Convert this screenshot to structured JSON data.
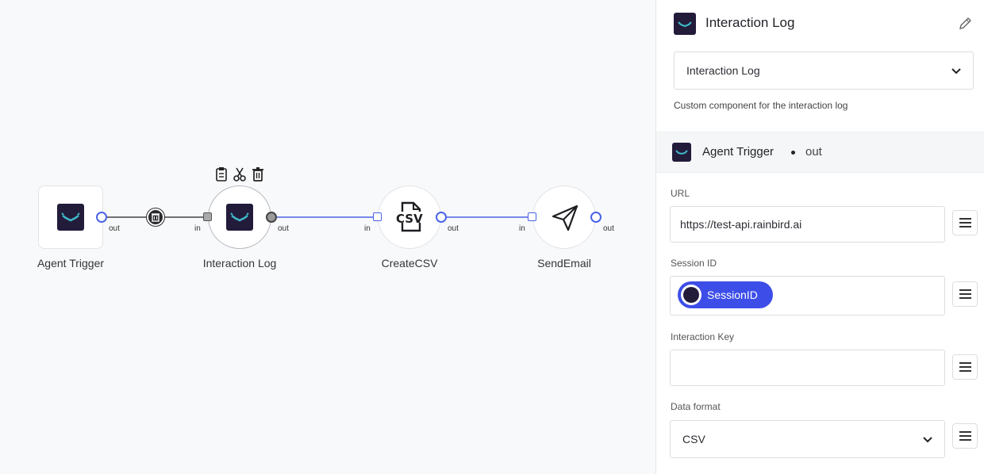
{
  "canvas": {
    "nodes": [
      {
        "id": "agent-trigger",
        "label": "Agent Trigger",
        "out_label": "out"
      },
      {
        "id": "interaction-log",
        "label": "Interaction Log",
        "in_label": "in",
        "out_label": "out"
      },
      {
        "id": "create-csv",
        "label": "CreateCSV",
        "in_label": "in",
        "out_label": "out",
        "icon_text": "CSV"
      },
      {
        "id": "send-email",
        "label": "SendEmail",
        "in_label": "in",
        "out_label": "out"
      }
    ],
    "toolbar_icons": [
      "clipboard-icon",
      "scissors-icon",
      "trash-icon"
    ]
  },
  "panel": {
    "title": "Interaction Log",
    "component_select": "Interaction Log",
    "description": "Custom component for the interaction log",
    "section": {
      "name": "Agent Trigger",
      "port": "out"
    },
    "fields": {
      "url": {
        "label": "URL",
        "value": "https://test-api.rainbird.ai"
      },
      "session": {
        "label": "Session ID",
        "chip": "SessionID"
      },
      "interaction_key": {
        "label": "Interaction Key",
        "value": ""
      },
      "data_format": {
        "label": "Data format",
        "value": "CSV"
      }
    }
  },
  "colors": {
    "brand_dark": "#231b3a",
    "accent_blue": "#3d4ee8",
    "connector_blue": "#4a63e6",
    "logo_teal": "#3fb8c9"
  }
}
